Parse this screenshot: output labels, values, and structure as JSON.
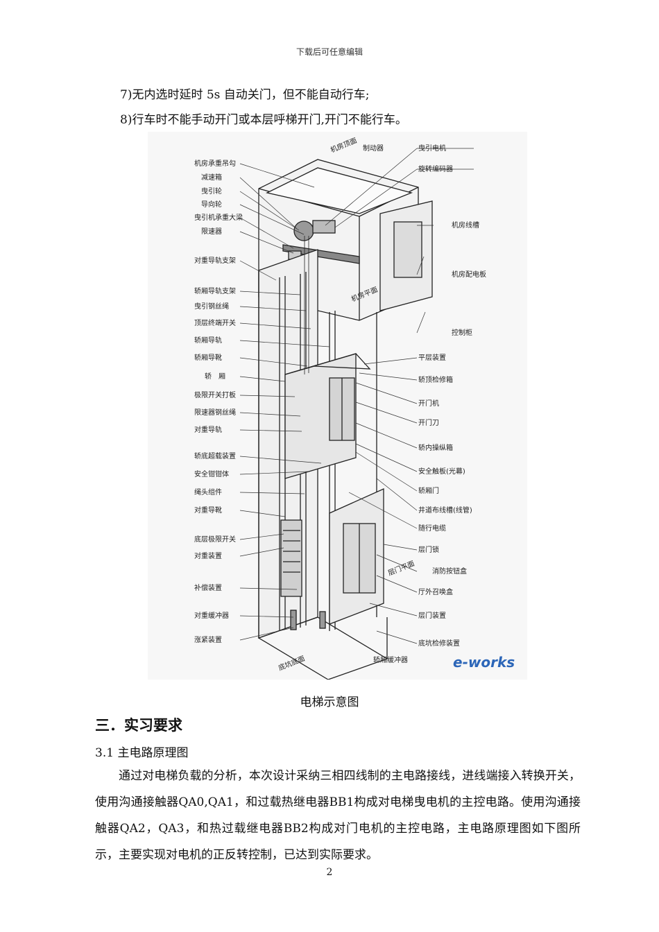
{
  "header": "下载后可任意编辑",
  "item7": "7)无内选时延时 5s 自动关门，但不能自动行车;",
  "item8": "8)行车时不能手动开门或本层呼梯开门,开门不能行车。",
  "figure": {
    "left_labels": [
      "机房承重吊勾",
      "减速箱",
      "曳引轮",
      "导向轮",
      "曳引机承重大梁",
      "限速器",
      "对重导轨支架",
      "轿厢导轨支架",
      "曳引钢丝绳",
      "顶层终端开关",
      "轿厢导轨",
      "轿厢导靴",
      "轿　厢",
      "极限开关打板",
      "限速器钢丝绳",
      "对重导轨",
      "轿底超载装置",
      "安全钳钳体",
      "绳头组件",
      "对重导靴",
      "底层极限开关",
      "对重装置",
      "补偿装置",
      "对重缓冲器",
      "涨紧装置"
    ],
    "right_labels": [
      "制动器",
      "曳引电机",
      "旋转编码器",
      "机房线槽",
      "机房配电板",
      "控制柜",
      "平层装置",
      "轿顶检修箱",
      "开门机",
      "开门刀",
      "轿内操纵箱",
      "安全触板(光幕)",
      "轿厢门",
      "井道布线槽(线管)",
      "随行电缆",
      "层门锁",
      "消防按钮盒",
      "厅外召唤盒",
      "层门装置",
      "底坑检修装置"
    ],
    "inner_labels": {
      "machine_room_top": "机房顶面",
      "machine_room_floor": "机房平面",
      "landing_floor": "层门平面",
      "pit_floor": "底坑底面",
      "car_buffer": "轿厢缓冲器"
    },
    "logo": "e-works"
  },
  "caption": "电梯示意图",
  "section_title": "三．实习要求",
  "subsection": "3.1 主电路原理图",
  "paragraph": "通过对电梯负载的分析，本次设计采纳三相四线制的主电路接线，进线端接入转换开关，使用沟通接触器QA0,QA1，和过载热继电器BB1构成对电梯曳电机的主控电路。使用沟通接触器QA2，QA3，和热过载继电器BB2构成对门电机的主控电路，主电路原理图如下图所示，主要实现对电机的正反转控制，已达到实际要求。",
  "page_number": "2"
}
